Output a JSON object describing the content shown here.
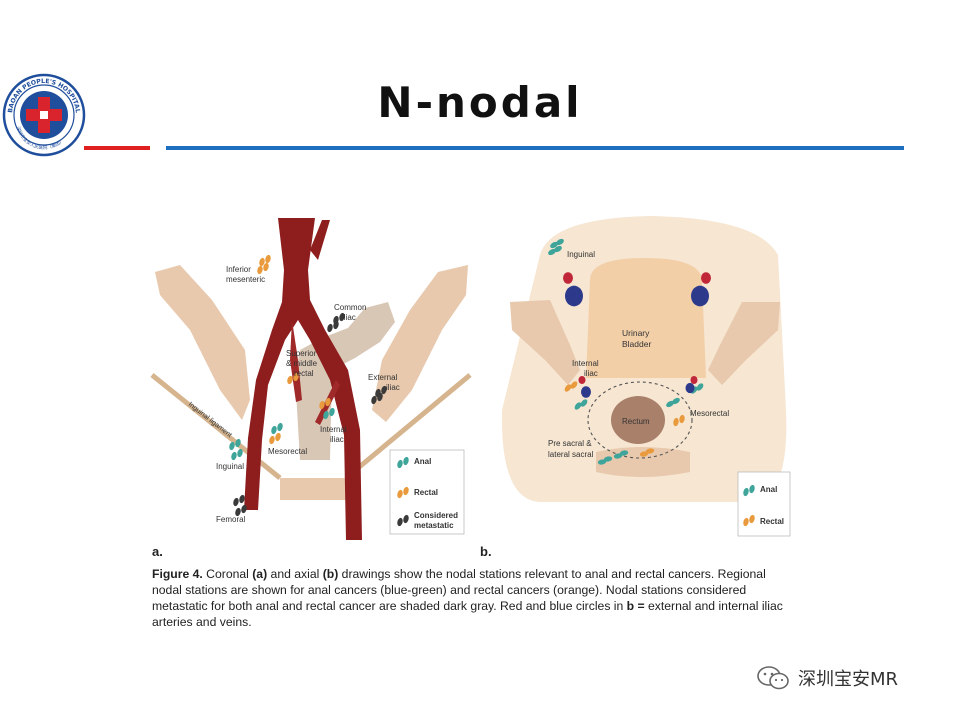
{
  "slide": {
    "title": "N-nodal",
    "logo": {
      "type": "hospital-seal",
      "text_outer": "BAOAN PEOPLE'S HOSPITAL (GROUP)",
      "text_inner": "深圳市宝安人民医院（集团）",
      "colors": {
        "ring": "#1f4e9c",
        "cross": "#d9232d"
      }
    },
    "rule_colors": {
      "left": "#e02020",
      "right": "#1f6fc0"
    }
  },
  "figure": {
    "panel_a": {
      "label": "a.",
      "labels": {
        "inferior_mesenteric_1": "Inferior",
        "inferior_mesenteric_2": "mesenteric",
        "common_iliac_1": "Common",
        "common_iliac_2": "iliac",
        "superior_middle_rectal_1": "Superior",
        "superior_middle_rectal_2": "& middle",
        "superior_middle_rectal_3": "rectal",
        "external_iliac_1": "External",
        "external_iliac_2": "iliac",
        "internal_iliac_1": "Internal",
        "internal_iliac_2": "iliac",
        "mesorectal": "Mesorectal",
        "inguinal": "Inguinal",
        "femoral": "Femoral",
        "inguinal_ligament": "Inguinal ligament"
      },
      "legend": {
        "anal": "Anal",
        "rectal": "Rectal",
        "metastatic_1": "Considered",
        "metastatic_2": "metastatic"
      }
    },
    "panel_b": {
      "label": "b.",
      "labels": {
        "inguinal": "Inguinal",
        "urinary_1": "Urinary",
        "urinary_2": "Bladder",
        "internal_iliac_1": "Internal",
        "internal_iliac_2": "iliac",
        "rectum": "Rectum",
        "mesorectal": "Mesorectal",
        "presacral_1": "Pre sacral &",
        "presacral_2": "lateral sacral"
      },
      "legend": {
        "anal": "Anal",
        "rectal": "Rectal"
      }
    },
    "colors": {
      "anal": "#3fa59a",
      "rectal": "#e89a3c",
      "metastatic": "#3a3a3a",
      "artery": "#8e1d1d",
      "vein_blue": "#2d3a8c",
      "artery_red": "#c0283a",
      "bone": "#e8c9ad",
      "pelvis_bg": "#f6e6d2",
      "bladder": "#f3cfa8",
      "rectum": "#a9806a"
    },
    "caption": {
      "fig_label": "Figure 4.",
      "part1": " Coronal ",
      "a": "(a)",
      "part2": " and axial ",
      "b": "(b)",
      "part3": " drawings show the nodal stations relevant to anal and rectal cancers. Regional nodal stations are shown for anal cancers (blue-green) and rectal cancers (orange). Nodal stations considered metastatic for both anal and rectal cancer are shaded dark gray. Red and blue circles in ",
      "b2": "b =",
      "part4": " external and internal iliac arteries and veins."
    }
  },
  "watermark": {
    "icon": "wechat-icon",
    "text": "深圳宝安MR"
  }
}
